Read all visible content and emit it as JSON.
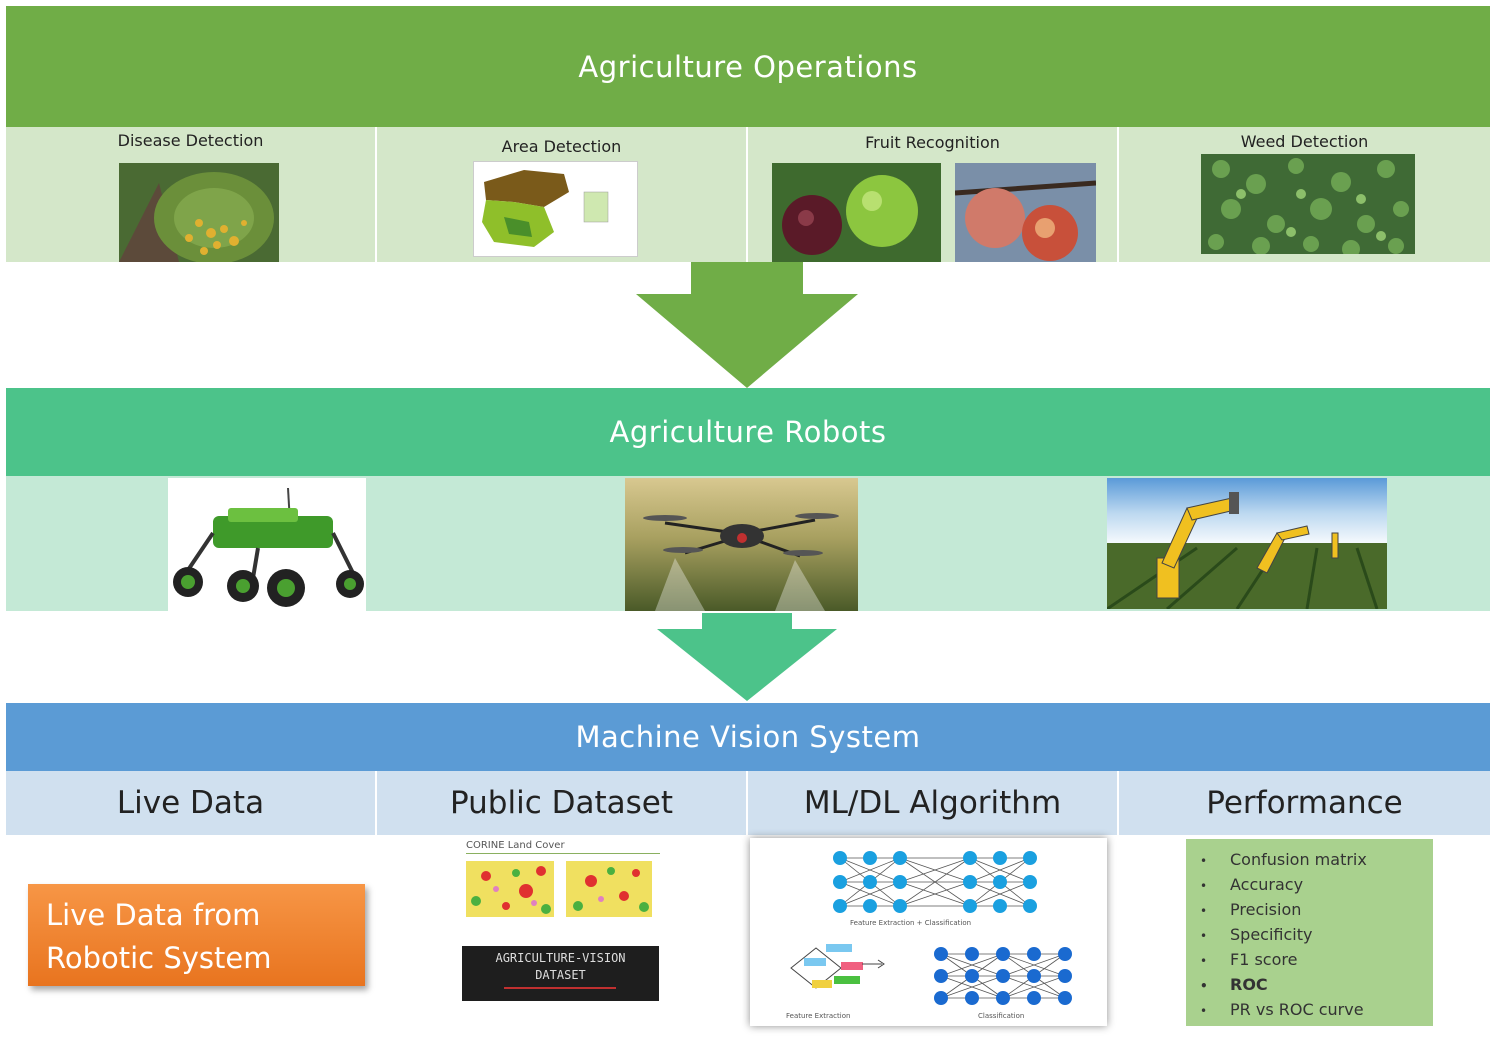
{
  "operations": {
    "title": "Agriculture Operations",
    "items": [
      "Disease Detection",
      "Area Detection",
      "Fruit Recognition",
      "Weed Detection"
    ]
  },
  "robots": {
    "title": "Agriculture Robots"
  },
  "vision": {
    "title": "Machine Vision System",
    "columns": [
      "Live Data",
      "Public Dataset",
      "ML/DL Algorithm",
      "Performance"
    ],
    "live_box": [
      "Live Data from",
      "Robotic System"
    ],
    "dataset": {
      "corine_title": "CORINE Land Cover",
      "av_title_line1": "AGRICULTURE-VISION",
      "av_title_line2": "DATASET"
    },
    "ml": {
      "caption_top": "Feature Extraction + Classification",
      "caption_left": "Feature Extraction",
      "caption_right": "Classification"
    },
    "performance": [
      "Confusion matrix",
      "Accuracy",
      "Precision",
      "Specificity",
      "F1 score",
      "ROC",
      "PR vs ROC curve"
    ]
  },
  "colors": {
    "ops_green": "#70ad47",
    "robots_green": "#4cc38a",
    "vision_blue": "#5b9bd5",
    "orange": "#f79646"
  }
}
